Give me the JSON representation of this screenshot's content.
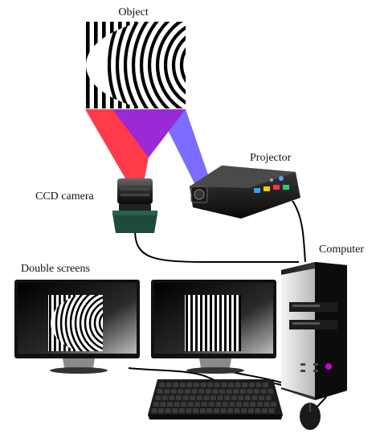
{
  "labels": {
    "object": "Object",
    "projector": "Projector",
    "ccd_camera": "CCD camera",
    "computer": "Computer",
    "double_screens": "Double screens"
  },
  "colors": {
    "camera_beam": "#ff3b4a",
    "projector_beam": "#7a6dff",
    "overlap_beam": "#9a2ad6",
    "camera_body": "#1e4a3e",
    "cable": "#000000",
    "power_led": "#d000d0"
  },
  "icons": [
    "object-fringe-pattern",
    "ccd-camera-icon",
    "projector-icon",
    "computer-tower-icon",
    "monitor-icon",
    "keyboard-icon",
    "mouse-icon"
  ]
}
